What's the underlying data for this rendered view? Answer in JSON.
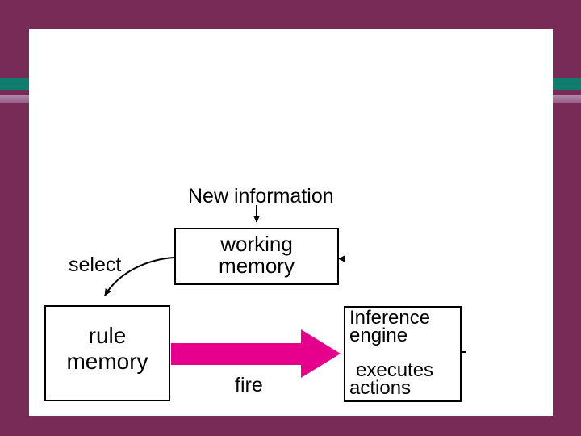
{
  "slide": {
    "colors": {
      "background": "#772B56",
      "stripe_teal": "#0F7D6E",
      "stripe_mauve": "#A2709A",
      "panel": "#FFFFFF",
      "fire_arrow": "#E4008C",
      "line": "#000000"
    },
    "labels": {
      "new_information": "New information",
      "select": "select",
      "fire": "fire"
    },
    "boxes": {
      "working_memory": {
        "line1": "working",
        "line2": "memory"
      },
      "rule_memory": {
        "line1": "rule",
        "line2": "memory"
      },
      "inference_engine": {
        "line1": "Inference",
        "line2": "engine",
        "line3": "executes",
        "line4": "actions"
      }
    }
  }
}
